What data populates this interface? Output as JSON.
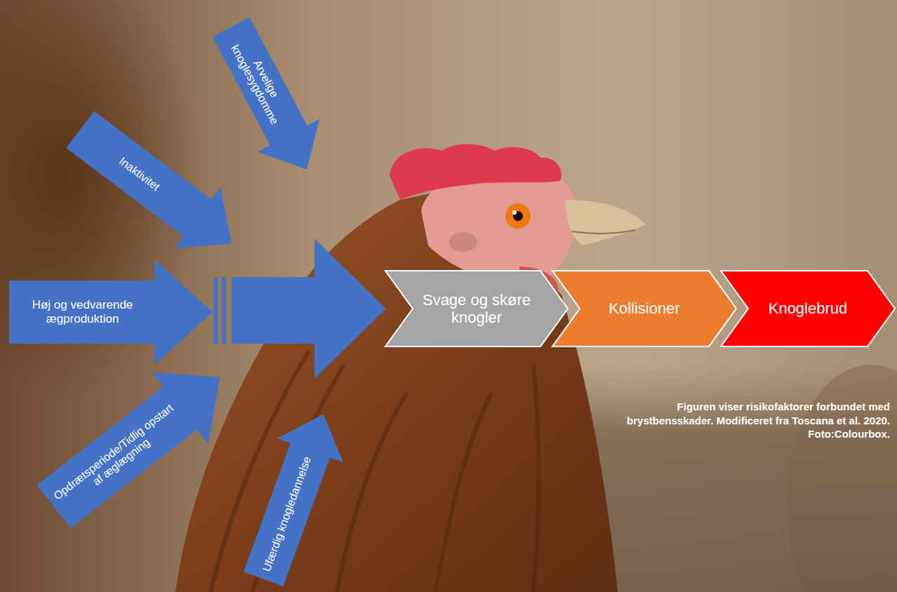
{
  "diagram": {
    "caption": "Figuren viser risikofaktorer forbundet med brystbensskader. Modificeret fra Toscana et al. 2020. Foto:Colourbox.",
    "nodes": [
      {
        "text": [
          "Arvelige knoglesygdomme"
        ]
      },
      {
        "text": [
          "Inaktivitet"
        ]
      },
      {
        "text": [
          "Høj og vedvarende ægproduktion"
        ]
      },
      {
        "text": [
          "Opdrætsperiode/Tidlig opstart af æglægning"
        ]
      },
      {
        "text": [
          "Ufærdig knogledannelse"
        ]
      },
      {
        "text": [
          "Svage og skøre knogler"
        ]
      },
      {
        "text": [
          "Kollisioner"
        ]
      },
      {
        "text": [
          "Knoglebrud"
        ]
      }
    ]
  }
}
